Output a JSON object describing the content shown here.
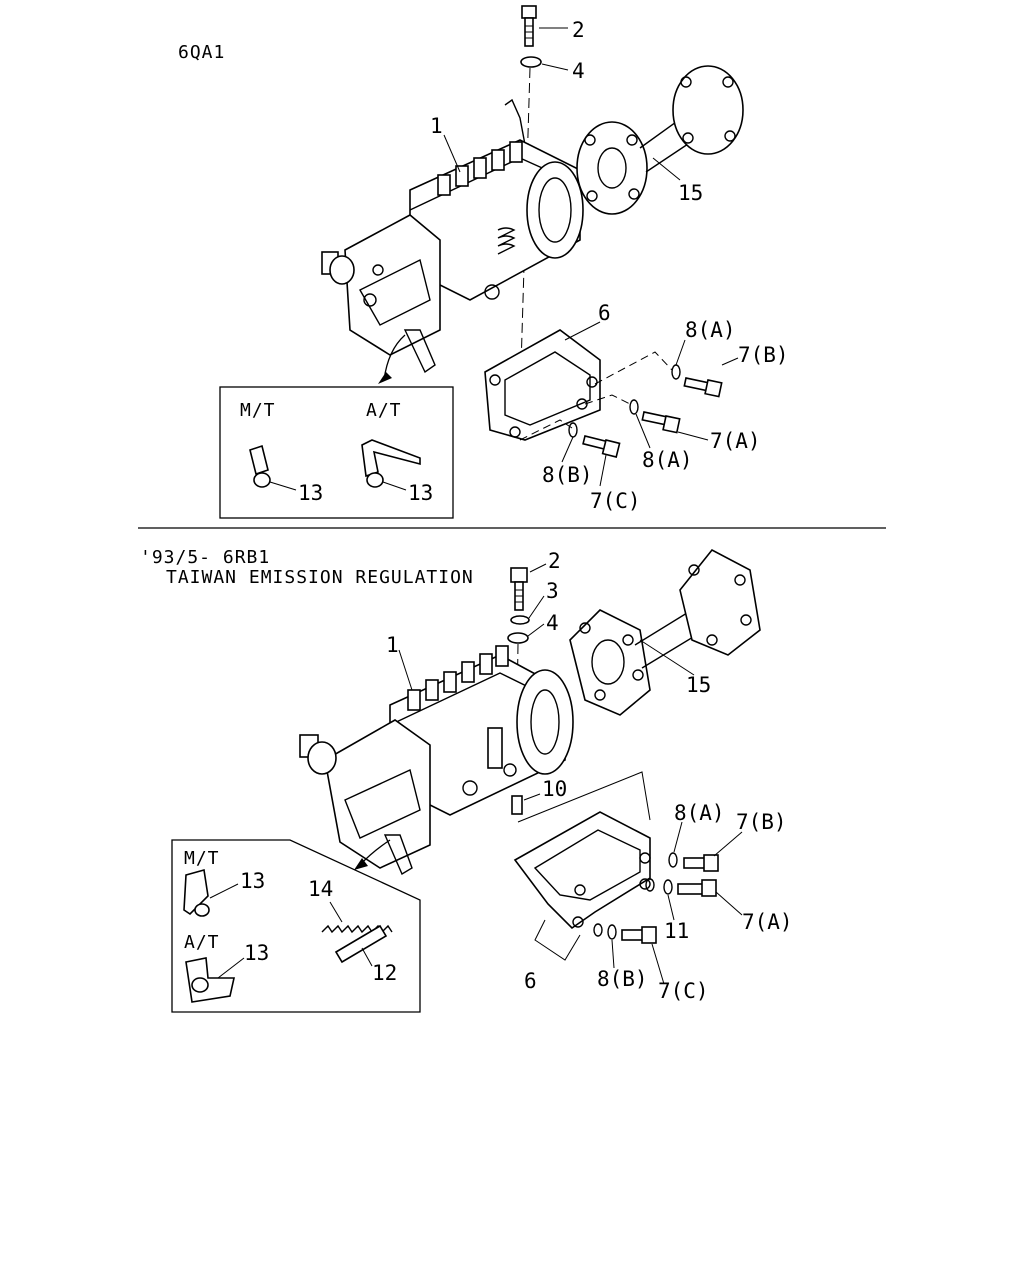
{
  "diagram": {
    "top": {
      "model_label": "6QA1",
      "inset": {
        "mt_label": "M/T",
        "at_label": "A/T"
      },
      "callouts": {
        "c1": "1",
        "c2": "2",
        "c4": "4",
        "c6": "6",
        "c15": "15",
        "c8a_top": "8(A)",
        "c7b": "7(B)",
        "c8a_mid": "8(A)",
        "c7a": "7(A)",
        "c8b": "8(B)",
        "c7c": "7(C)",
        "c13_mt": "13",
        "c13_at": "13"
      }
    },
    "bottom": {
      "header_line1": "'93/5- 6RB1",
      "header_line2": "TAIWAN EMISSION REGULATION",
      "inset": {
        "mt_label": "M/T",
        "at_label": "A/T"
      },
      "callouts": {
        "c1": "1",
        "c2": "2",
        "c3": "3",
        "c4": "4",
        "c10": "10",
        "c15": "15",
        "c8a": "8(A)",
        "c7b": "7(B)",
        "c11": "11",
        "c7a": "7(A)",
        "c6": "6",
        "c8b": "8(B)",
        "c7c": "7(C)",
        "c13_mt": "13",
        "c14": "14",
        "c13_at": "13",
        "c12": "12"
      }
    }
  }
}
